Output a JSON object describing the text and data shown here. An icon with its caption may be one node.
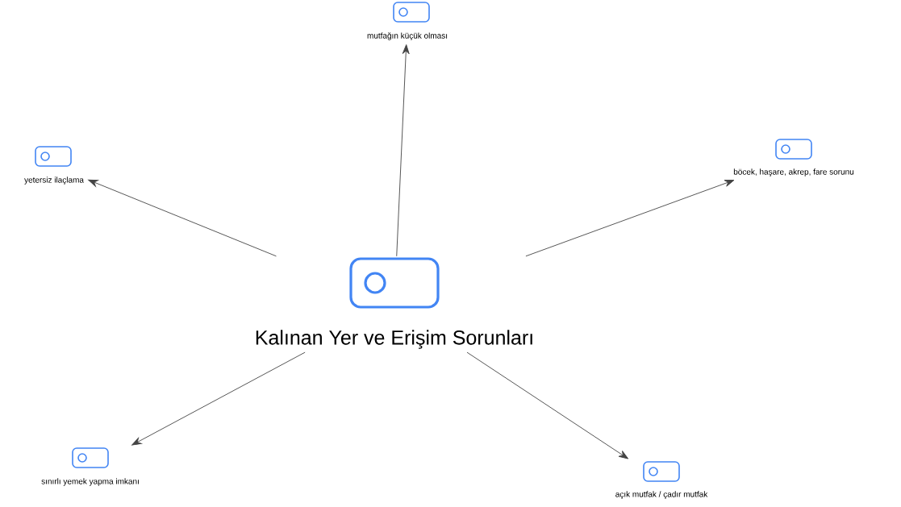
{
  "diagram": {
    "nodes": [
      {
        "text": [
          "Kalınan Yer ve Erişim Sorunları"
        ]
      },
      {
        "text": [
          "mutfağın küçük olması"
        ]
      },
      {
        "text": [
          "yetersiz ilaçlama"
        ]
      },
      {
        "text": [
          "böcek, haşare, akrep, fare sorunu"
        ]
      },
      {
        "text": [
          "sınırlı yemek yapma imkanı"
        ]
      },
      {
        "text": [
          "açık mutfak / çadır mutfak"
        ]
      }
    ],
    "edges": [
      {
        "from": 0,
        "to": 1,
        "arrow": "to"
      },
      {
        "from": 0,
        "to": 2,
        "arrow": "to"
      },
      {
        "from": 0,
        "to": 3,
        "arrow": "to"
      },
      {
        "from": 0,
        "to": 4,
        "arrow": "to"
      },
      {
        "from": 0,
        "to": 5,
        "arrow": "to"
      }
    ]
  }
}
